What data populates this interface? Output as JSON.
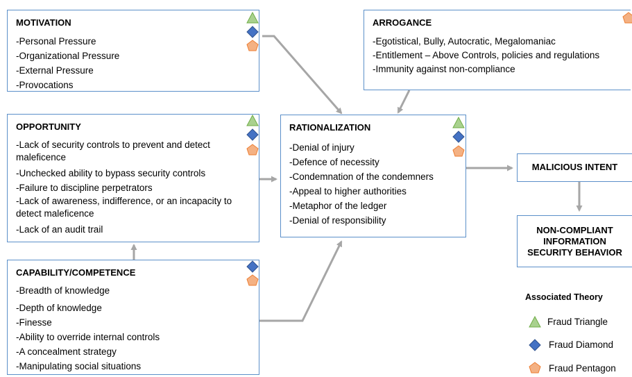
{
  "colors": {
    "box_border": "#5b8fc9",
    "arrow": "#a6a6a6",
    "triangle_fill": "#a9d18e",
    "triangle_stroke": "#70ad47",
    "diamond_fill": "#4472c4",
    "diamond_stroke": "#2f528f",
    "pentagon_fill": "#f4b183",
    "pentagon_stroke": "#ed7d31"
  },
  "motivation": {
    "title": "MOTIVATION",
    "items": [
      "-Personal Pressure",
      "-Organizational Pressure",
      "-External Pressure",
      "-Provocations"
    ],
    "theories": [
      "triangle",
      "diamond",
      "pentagon"
    ]
  },
  "opportunity": {
    "title": "OPPORTUNITY",
    "items": [
      "-Lack of security controls to prevent and detect maleficence",
      "-Unchecked ability to bypass security controls",
      "-Failure to discipline perpetrators",
      "-Lack of awareness, indifference, or an incapacity to detect maleficence",
      "-Lack of an audit trail"
    ],
    "theories": [
      "triangle",
      "diamond",
      "pentagon"
    ]
  },
  "capability": {
    "title": "CAPABILITY/COMPETENCE",
    "items": [
      "-Breadth of knowledge",
      "-Depth of knowledge",
      "-Finesse",
      "-Ability to override internal controls",
      "-A concealment strategy",
      "-Manipulating social situations"
    ],
    "theories": [
      "diamond",
      "pentagon"
    ]
  },
  "arrogance": {
    "title": "ARROGANCE",
    "items": [
      "-Egotistical, Bully, Autocratic, Megalomaniac",
      "-Entitlement – Above Controls, policies and regulations",
      "-Immunity against non-compliance"
    ],
    "theories": [
      "pentagon"
    ]
  },
  "rationalization": {
    "title": "RATIONALIZATION",
    "items": [
      "-Denial of injury",
      "-Defence of necessity",
      "-Condemnation of the condemners",
      "-Appeal to higher authorities",
      "-Metaphor of the ledger",
      "-Denial of responsibility"
    ],
    "theories": [
      "triangle",
      "diamond",
      "pentagon"
    ]
  },
  "malicious_intent": {
    "title": "MALICIOUS INTENT"
  },
  "noncompliant": {
    "title": "NON-COMPLIANT INFORMATION SECURITY BEHAVIOR"
  },
  "legend": {
    "title": "Associated Theory",
    "items": [
      {
        "shape": "triangle",
        "label": "Fraud Triangle"
      },
      {
        "shape": "diamond",
        "label": "Fraud Diamond"
      },
      {
        "shape": "pentagon",
        "label": "Fraud Pentagon"
      }
    ]
  }
}
